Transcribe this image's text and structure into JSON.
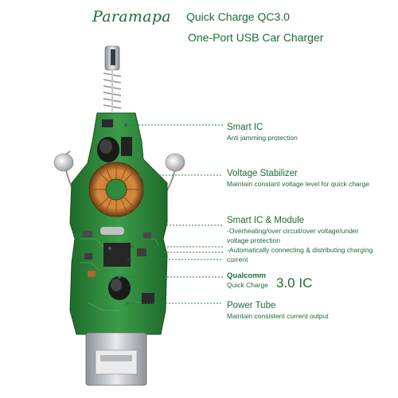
{
  "header": {
    "brand": "Paramapa",
    "title_line1": "Quick Charge QC3.0",
    "title_line2": "One-Port USB Car Charger"
  },
  "callouts": [
    {
      "title": "Smart IC",
      "lines": [
        "Anti jamming protection"
      ]
    },
    {
      "title": "Voltage Stabilizer",
      "lines": [
        "Maintain constant voltage level for quick charge"
      ]
    },
    {
      "title": "Smart IC & Module",
      "lines": [
        "-Overheating/over circuit/over voltage/under",
        "voltage protection",
        "-Automatically connecting & distributing charging",
        "current"
      ]
    },
    {
      "title": "Power Tube",
      "lines": [
        "Maintain consistent current output"
      ]
    }
  ],
  "qualcomm": {
    "brand": "Qualcomm",
    "label": "Quick Charge",
    "version": "3.0 IC"
  },
  "colors": {
    "brand_green": "#1f6a38",
    "pcb_green": "#2f8a3c",
    "metal": "#b9bcbf"
  }
}
